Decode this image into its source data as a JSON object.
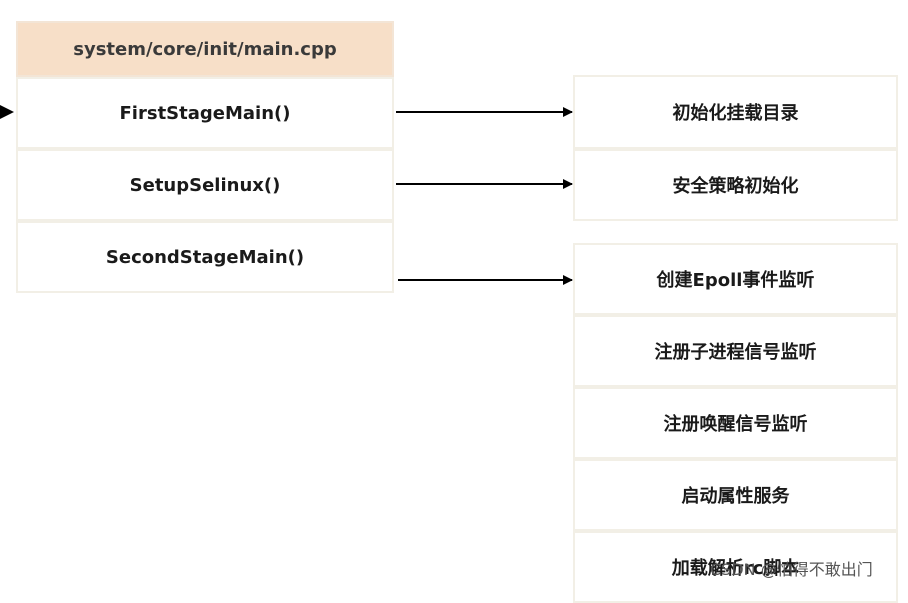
{
  "left_stack": {
    "header": "system/core/init/main.cpp",
    "items": [
      "FirstStageMain()",
      "SetupSelinux()",
      "SecondStageMain()"
    ]
  },
  "right_group_1": {
    "items": [
      "初始化挂载目录",
      "安全策略初始化"
    ]
  },
  "right_group_2": {
    "items": [
      "创建Epoll事件监听",
      "注册子进程信号监听",
      "注册唤醒信号监听",
      "启动属性服务",
      "加载解析rc脚本"
    ]
  },
  "watermark": "CSDN @怕得不敢出门",
  "colors": {
    "header_bg": "#f7dfc8",
    "box_border": "#f2efe6",
    "arrow": "#000000"
  }
}
